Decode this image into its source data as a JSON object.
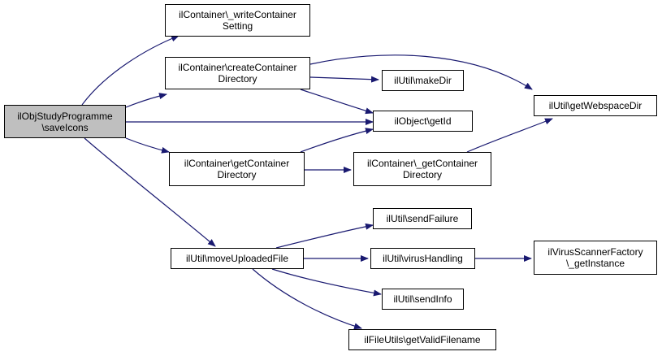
{
  "diagram": {
    "edge_color": "#191970",
    "root_fill": "#bfbfbf",
    "nodes": [
      {
        "id": "root",
        "lines": [
          "ilObjStudyProgramme",
          "\\saveIcons"
        ]
      },
      {
        "id": "write",
        "lines": [
          "ilContainer\\_writeContainer",
          "Setting"
        ]
      },
      {
        "id": "create",
        "lines": [
          "ilContainer\\createContainer",
          "Directory"
        ]
      },
      {
        "id": "makedir",
        "lines": [
          "ilUtil\\makeDir"
        ]
      },
      {
        "id": "getid",
        "lines": [
          "ilObject\\getId"
        ]
      },
      {
        "id": "webspace",
        "lines": [
          "ilUtil\\getWebspaceDir"
        ]
      },
      {
        "id": "getcont",
        "lines": [
          "ilContainer\\getContainer",
          "Directory"
        ]
      },
      {
        "id": "_getcont",
        "lines": [
          "ilContainer\\_getContainer",
          "Directory"
        ]
      },
      {
        "id": "sendfail",
        "lines": [
          "ilUtil\\sendFailure"
        ]
      },
      {
        "id": "move",
        "lines": [
          "ilUtil\\moveUploadedFile"
        ]
      },
      {
        "id": "virus",
        "lines": [
          "ilUtil\\virusHandling"
        ]
      },
      {
        "id": "scanner",
        "lines": [
          "ilVirusScannerFactory",
          "\\_getInstance"
        ]
      },
      {
        "id": "sendinfo",
        "lines": [
          "ilUtil\\sendInfo"
        ]
      },
      {
        "id": "validfn",
        "lines": [
          "ilFileUtils\\getValidFilename"
        ]
      }
    ],
    "edges": [
      {
        "from": "root",
        "to": "write"
      },
      {
        "from": "root",
        "to": "create"
      },
      {
        "from": "root",
        "to": "getid"
      },
      {
        "from": "root",
        "to": "getcont"
      },
      {
        "from": "root",
        "to": "move"
      },
      {
        "from": "create",
        "to": "makedir"
      },
      {
        "from": "create",
        "to": "getid"
      },
      {
        "from": "create",
        "to": "webspace"
      },
      {
        "from": "getcont",
        "to": "getid"
      },
      {
        "from": "getcont",
        "to": "_getcont"
      },
      {
        "from": "_getcont",
        "to": "webspace"
      },
      {
        "from": "move",
        "to": "sendfail"
      },
      {
        "from": "move",
        "to": "virus"
      },
      {
        "from": "move",
        "to": "sendinfo"
      },
      {
        "from": "move",
        "to": "validfn"
      },
      {
        "from": "virus",
        "to": "scanner"
      }
    ]
  }
}
